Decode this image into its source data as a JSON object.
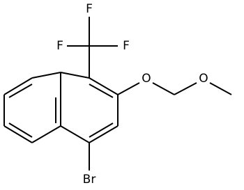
{
  "atoms": {
    "f_top": "F",
    "f_left": "F",
    "f_right": "F",
    "o_ether": "O",
    "o_methoxy": "O",
    "br": "Br"
  },
  "colors": {
    "ink": "#000000",
    "background": "#ffffff"
  }
}
